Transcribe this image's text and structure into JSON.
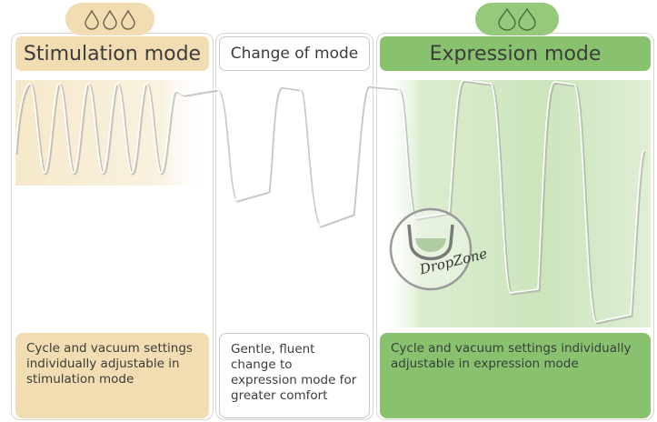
{
  "stimulation": {
    "title": "Stimulation mode",
    "description": "Cycle and vacuum settings individually adjustable in stimulation mode",
    "drop_icon_count": 3,
    "color": "#f2dcb1"
  },
  "change": {
    "title": "Change of mode",
    "description": "Gentle, fluent change to expression mode for greater comfort"
  },
  "expression": {
    "title": "Expression mode",
    "description": "Cycle and vacuum settings individually adjustable in expression mode",
    "drop_icon_count": 2,
    "color": "#88c26e"
  },
  "logo": {
    "text": "DropZone",
    "icon": "dropzone-logo-icon"
  }
}
